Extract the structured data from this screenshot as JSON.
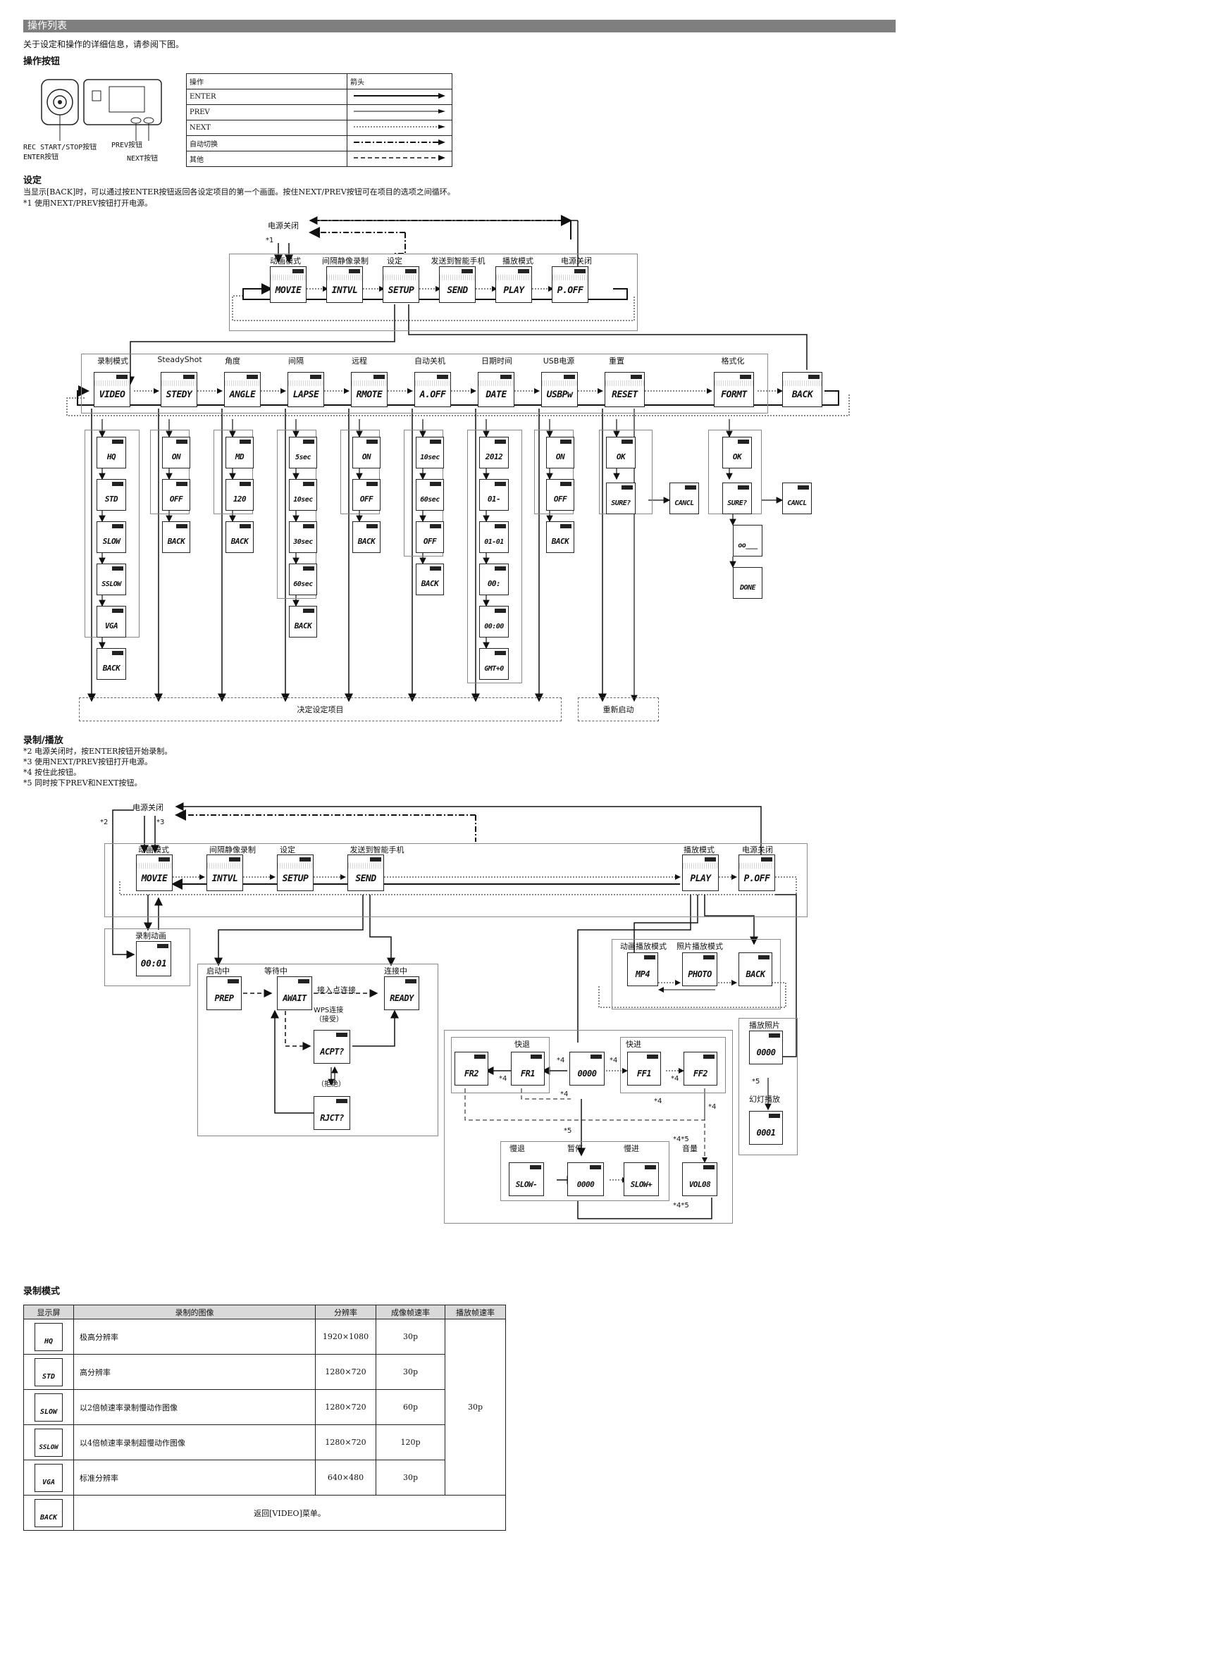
{
  "header_bar": "操作列表",
  "intro": "关于设定和操作的详细信息，请参阅下图。",
  "buttons_section": {
    "title": "操作按钮",
    "labels": [
      "REC START/STOP按钮",
      "ENTER按钮",
      "PREV按钮",
      "NEXT按钮"
    ]
  },
  "ops_table": {
    "headers": [
      "操作",
      "箭头"
    ],
    "rows": [
      "ENTER",
      "PREV",
      "NEXT",
      "自动切换",
      "其他"
    ]
  },
  "setup_section": {
    "title": "设定",
    "desc": "当显示[BACK]时，可以通过按ENTER按钮返回各设定项目的第一个画面。按住NEXT/PREV按钮可在项目的选项之间循环。",
    "note1": "*1 使用NEXT/PREV按钮打开电源。",
    "power_off": "电源关闭",
    "star1": "*1",
    "top_labels": [
      "动画模式",
      "间隔静像录制",
      "设定",
      "发送到智能手机",
      "播放模式",
      "电源关闭"
    ],
    "top_screens": [
      "MOVIE",
      "INTVL",
      "SETUP",
      "SEND",
      "PLAY",
      "P.OFF"
    ],
    "row_labels": [
      "录制模式",
      "SteadyShot",
      "角度",
      "间隔",
      "远程",
      "自动关机",
      "日期时间",
      "USB电源",
      "重置",
      "格式化"
    ],
    "row_screens": [
      "VIDEO",
      "STEDY",
      "ANGLE",
      "LAPSE",
      "RMOTE",
      "A.OFF",
      "DATE",
      "USBPw",
      "RESET",
      "FORMT",
      "BACK"
    ],
    "col_video": [
      "HQ",
      "STD",
      "SLOW",
      "SSLOW",
      "VGA",
      "BACK"
    ],
    "col_stedy": [
      "ON",
      "OFF",
      "BACK"
    ],
    "col_angle": [
      "MD",
      "120",
      "BACK"
    ],
    "col_lapse": [
      "5sec",
      "10sec",
      "30sec",
      "60sec",
      "BACK"
    ],
    "col_rmote": [
      "ON",
      "OFF",
      "BACK"
    ],
    "col_aoff": [
      "10sec",
      "60sec",
      "OFF",
      "BACK"
    ],
    "col_date": [
      "2012",
      "01-",
      "01-01",
      "00:",
      "00:00",
      "GMT+0"
    ],
    "col_usb": [
      "ON",
      "OFF",
      "BACK"
    ],
    "col_reset": [
      "OK",
      "SURE?",
      "CANCL"
    ],
    "col_format": [
      "OK",
      "SURE?",
      "CANCL",
      "oo___",
      "DONE"
    ],
    "decide": "决定设定项目",
    "restart": "重新启动"
  },
  "rec_section": {
    "title": "录制/播放",
    "notes": [
      "*2 电源关闭时，按ENTER按钮开始录制。",
      "*3 使用NEXT/PREV按钮打开电源。",
      "*4 按住此按钮。",
      "*5 同时按下PREV和NEXT按钮。"
    ],
    "power_off": "电源关闭",
    "star2": "*2",
    "star3": "*3",
    "top_labels": [
      "动画模式",
      "间隔静像录制",
      "设定",
      "发送到智能手机",
      "播放模式",
      "电源关闭"
    ],
    "top_screens": [
      "MOVIE",
      "INTVL",
      "SETUP",
      "SEND",
      "PLAY",
      "P.OFF"
    ],
    "rec_movie": {
      "label": "录制动画",
      "screen": "00:01"
    },
    "wifi": {
      "labels": [
        "启动中",
        "等待中",
        "连接中",
        "接入点连接",
        "WPS连接",
        "（接受）",
        "（拒绝）"
      ],
      "screens": [
        "PREP",
        "AWAIT",
        "READY",
        "ACPT?",
        "RJCT?"
      ]
    },
    "play": {
      "labels": [
        "动画播放模式",
        "照片播放模式",
        "播放照片",
        "幻灯播放",
        "快退",
        "快进",
        "慢退",
        "暂停",
        "慢进",
        "音量"
      ],
      "screens": [
        "MP4",
        "PHOTO",
        "BACK",
        "0000",
        "0001",
        "FR2",
        "FR1",
        "0000",
        "FF1",
        "FF2",
        "SLOW-",
        "0000",
        "SLOW+",
        "VOL08"
      ],
      "marks": [
        "*4",
        "*4",
        "*4",
        "*4",
        "*4",
        "*4",
        "*4",
        "*5",
        "*4*5",
        "*4*5",
        "*5"
      ]
    }
  },
  "mode_section": {
    "title": "录制模式",
    "headers": [
      "显示屏",
      "录制的图像",
      "分辨率",
      "成像帧速率",
      "播放帧速率"
    ],
    "rows": [
      {
        "icon": "HQ",
        "desc": "极高分辨率",
        "res": "1920×1080",
        "fps": "30p"
      },
      {
        "icon": "STD",
        "desc": "高分辨率",
        "res": "1280×720",
        "fps": "30p"
      },
      {
        "icon": "SLOW",
        "desc": "以2倍帧速率录制慢动作图像",
        "res": "1280×720",
        "fps": "60p"
      },
      {
        "icon": "SSLOW",
        "desc": "以4倍帧速率录制超慢动作图像",
        "res": "1280×720",
        "fps": "120p"
      },
      {
        "icon": "VGA",
        "desc": "标准分辨率",
        "res": "640×480",
        "fps": "30p"
      }
    ],
    "play_fps": "30p",
    "back_icon": "BACK",
    "back_text": "返回[VIDEO]菜单。"
  }
}
